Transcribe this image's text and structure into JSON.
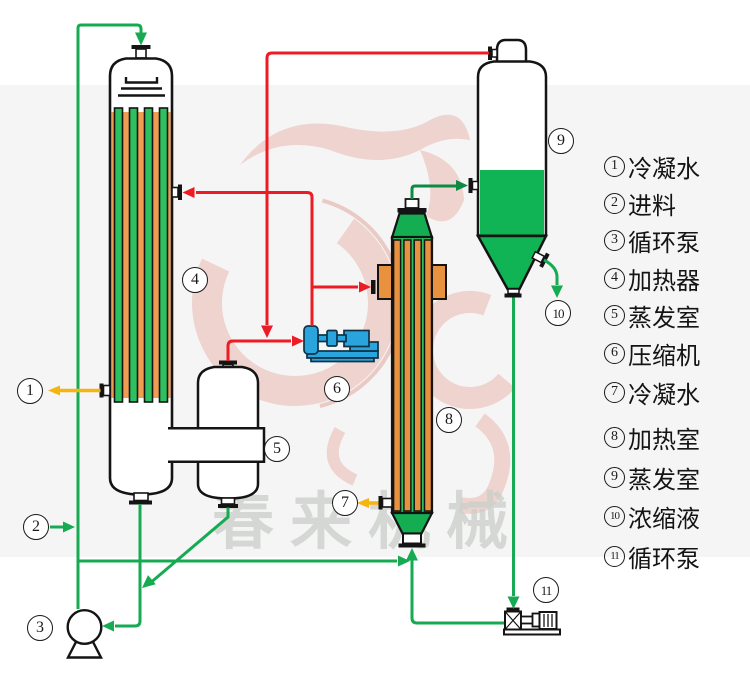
{
  "watermark": {
    "text": "春来机械"
  },
  "legend": {
    "items": [
      {
        "num": "1",
        "label": "冷凝水"
      },
      {
        "num": "2",
        "label": "进料"
      },
      {
        "num": "3",
        "label": "循环泵"
      },
      {
        "num": "4",
        "label": "加热器"
      },
      {
        "num": "5",
        "label": "蒸发室"
      },
      {
        "num": "6",
        "label": "压缩机"
      },
      {
        "num": "7",
        "label": "冷凝水"
      },
      {
        "num": "8",
        "label": "加热室"
      },
      {
        "num": "9",
        "label": "蒸发室"
      },
      {
        "num": "10",
        "label": "浓缩液"
      },
      {
        "num": "11",
        "label": "循环泵"
      }
    ]
  },
  "colors": {
    "line_green": "#16ab52",
    "line_dark_green": "#0d8a43",
    "line_red": "#ed1c24",
    "arrow_yellow": "#f6b40e",
    "tube_green": "#2cc05e",
    "shell_orange": "#f09d52",
    "tube_orange": "#e8913f",
    "liquid_green": "#10b455",
    "compressor_blue": "#2aa4dd",
    "watermark_pink": "#e8b3a9",
    "outline_black": "#141414"
  }
}
